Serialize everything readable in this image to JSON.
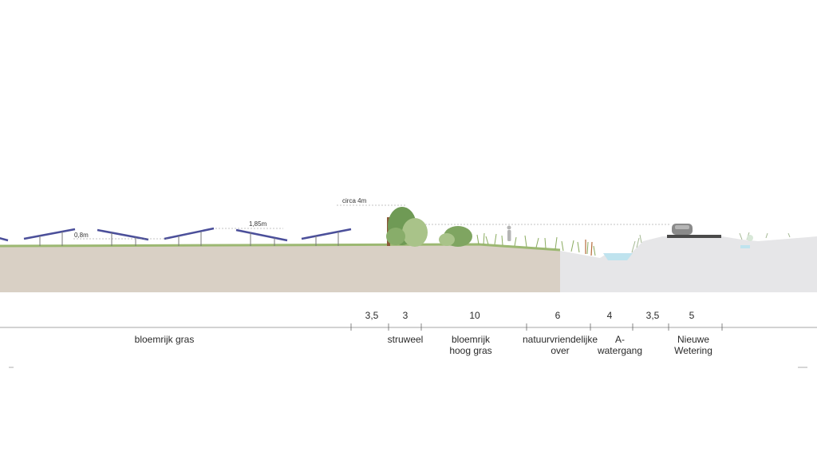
{
  "annotations": {
    "panel_gap": "0,8m",
    "panel_height": "1,85m",
    "shrub_height": "circa 4m"
  },
  "dimensions": [
    "3,5",
    "3",
    "10",
    "6",
    "4",
    "3,5",
    "5"
  ],
  "zones": [
    {
      "key": "bloemrijk_gras",
      "lines": [
        "bloemrijk gras"
      ]
    },
    {
      "key": "struweel",
      "lines": [
        "struweel"
      ]
    },
    {
      "key": "bloemrijk_hoog_gras",
      "lines": [
        "bloemrijk",
        "hoog gras"
      ]
    },
    {
      "key": "natuurvriendelijke_over",
      "lines": [
        "natuurvriendelijke",
        "over"
      ]
    },
    {
      "key": "a_watergang",
      "lines": [
        "A-",
        "watergang"
      ]
    },
    {
      "key": "nieuwe_wetering",
      "lines": [
        "Nieuwe",
        "Wetering"
      ]
    }
  ],
  "colors": {
    "ground_soil": "#d9d0c5",
    "ground_paved": "#e6e6e8",
    "grass": "#9cb872",
    "panel": "#4b4f9a",
    "water": "#bfe3ee",
    "shrub_dark": "#6f9a55",
    "shrub_light": "#a9c389",
    "car": "#8a8a8a",
    "road": "#4a4a4a"
  }
}
